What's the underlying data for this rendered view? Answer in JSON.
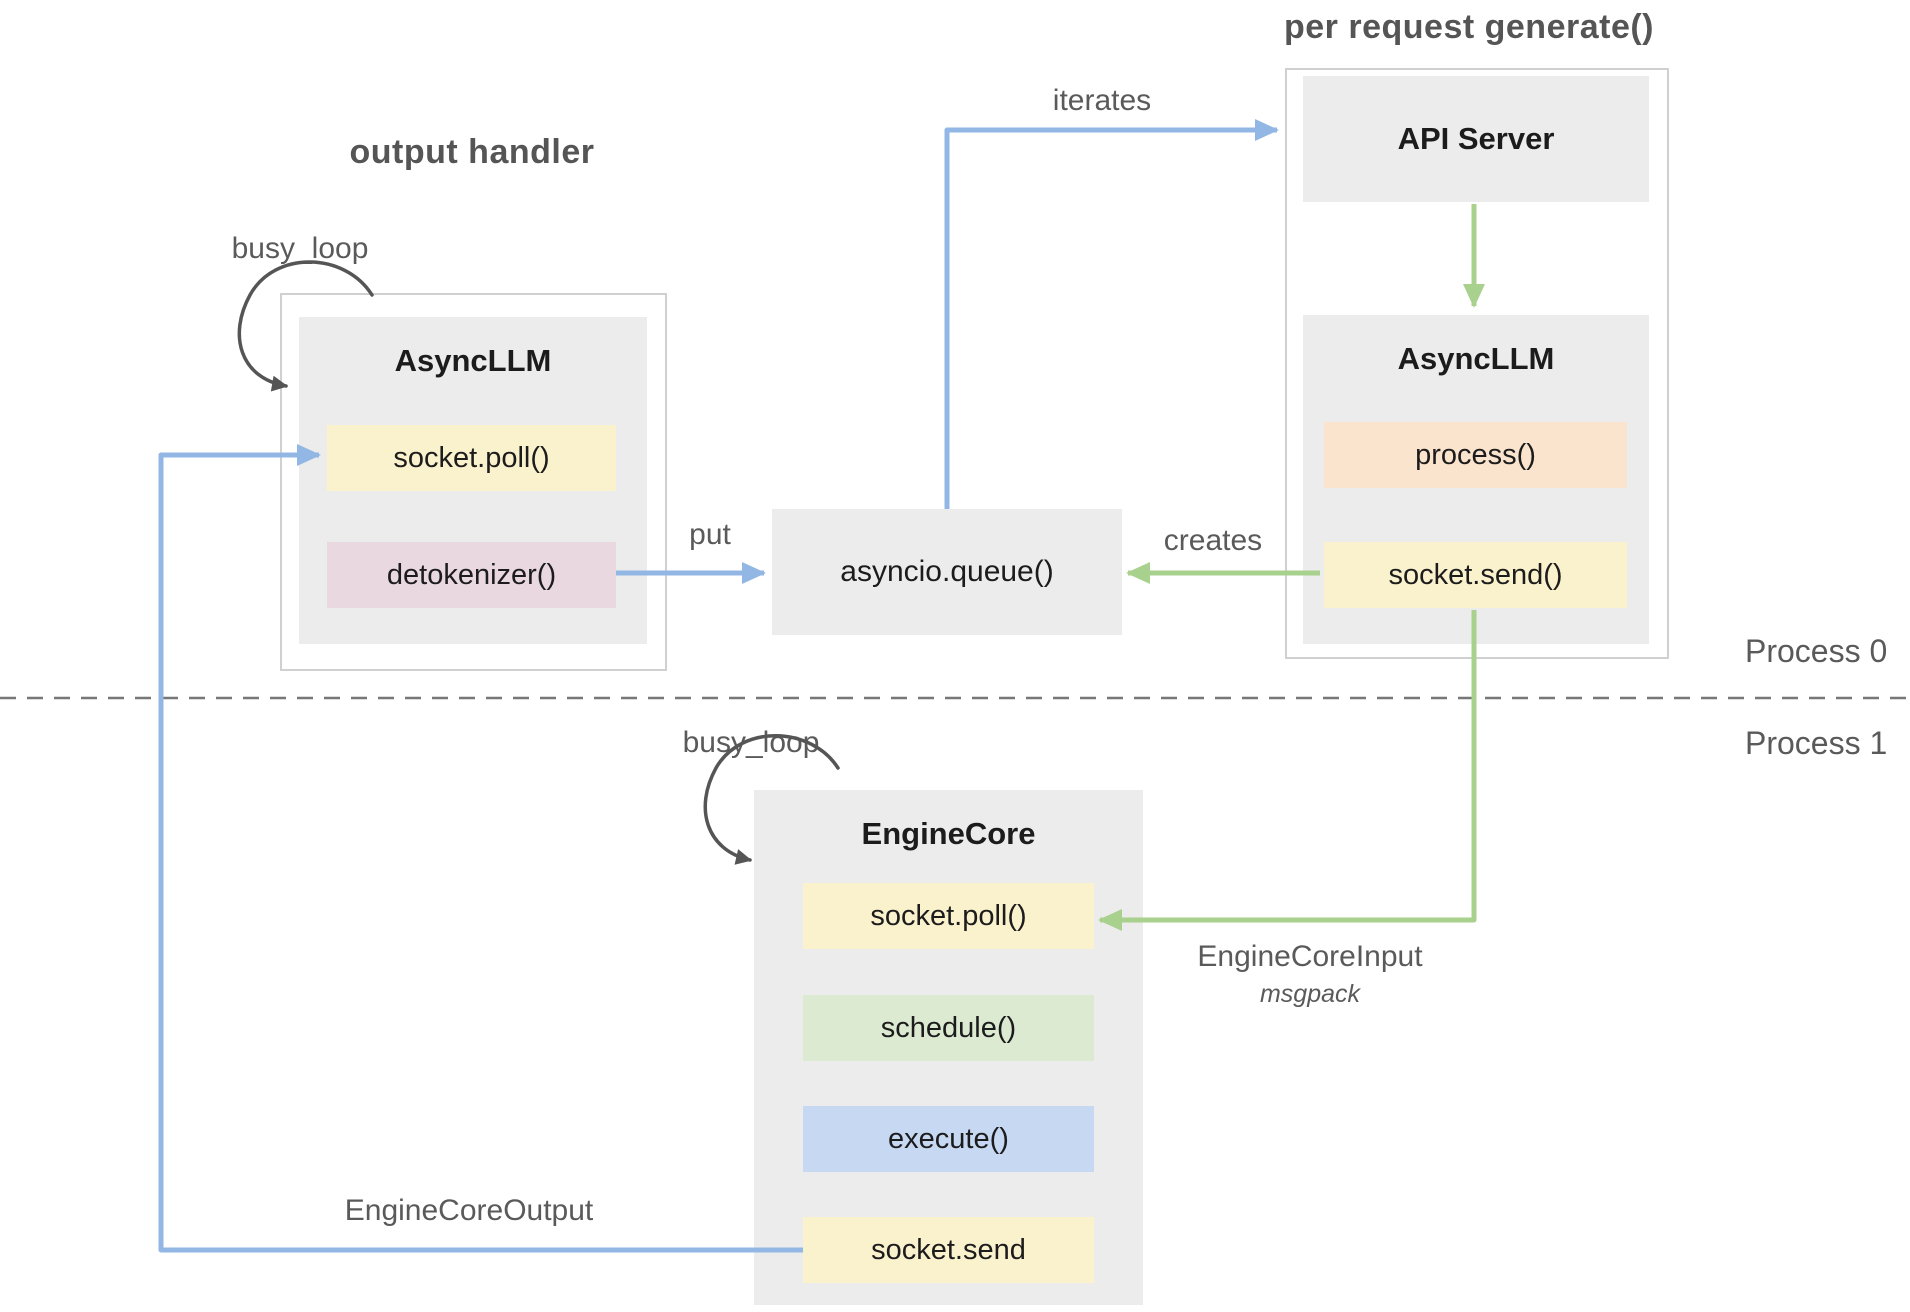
{
  "titles": {
    "output_handler": "output handler",
    "per_request_generate": "per request generate()",
    "process_0": "Process 0",
    "process_1": "Process 1"
  },
  "labels": {
    "busy_loop_top": "busy_loop",
    "busy_loop_bottom": "busy_loop",
    "iterates": "iterates",
    "put": "put",
    "creates": "creates",
    "engine_core_input": "EngineCoreInput",
    "engine_core_input_format": "msgpack",
    "engine_core_output": "EngineCoreOutput"
  },
  "nodes": {
    "api_server": {
      "title": "API Server"
    },
    "async_llm_request": {
      "title": "AsyncLLM",
      "items": [
        {
          "label": "process()"
        },
        {
          "label": "socket.send()"
        }
      ]
    },
    "async_llm_output": {
      "title": "AsyncLLM",
      "items": [
        {
          "label": "socket.poll()"
        },
        {
          "label": "detokenizer()"
        }
      ]
    },
    "asyncio_queue": {
      "title": "asyncio.queue()"
    },
    "engine_core": {
      "title": "EngineCore",
      "items": [
        {
          "label": "socket.poll()"
        },
        {
          "label": "schedule()"
        },
        {
          "label": "execute()"
        },
        {
          "label": "socket.send"
        }
      ]
    }
  },
  "colors": {
    "arrow_blue": "#92b7e4",
    "arrow_green": "#a9d18e",
    "box_gray": "#ececec",
    "chip_yellow": "#faf1cd",
    "chip_pink": "#e9d8df",
    "chip_orange": "#fbe4ce",
    "chip_green": "#dcead2",
    "chip_blue": "#c6d8f2",
    "label_gray": "#5a5a5a"
  }
}
